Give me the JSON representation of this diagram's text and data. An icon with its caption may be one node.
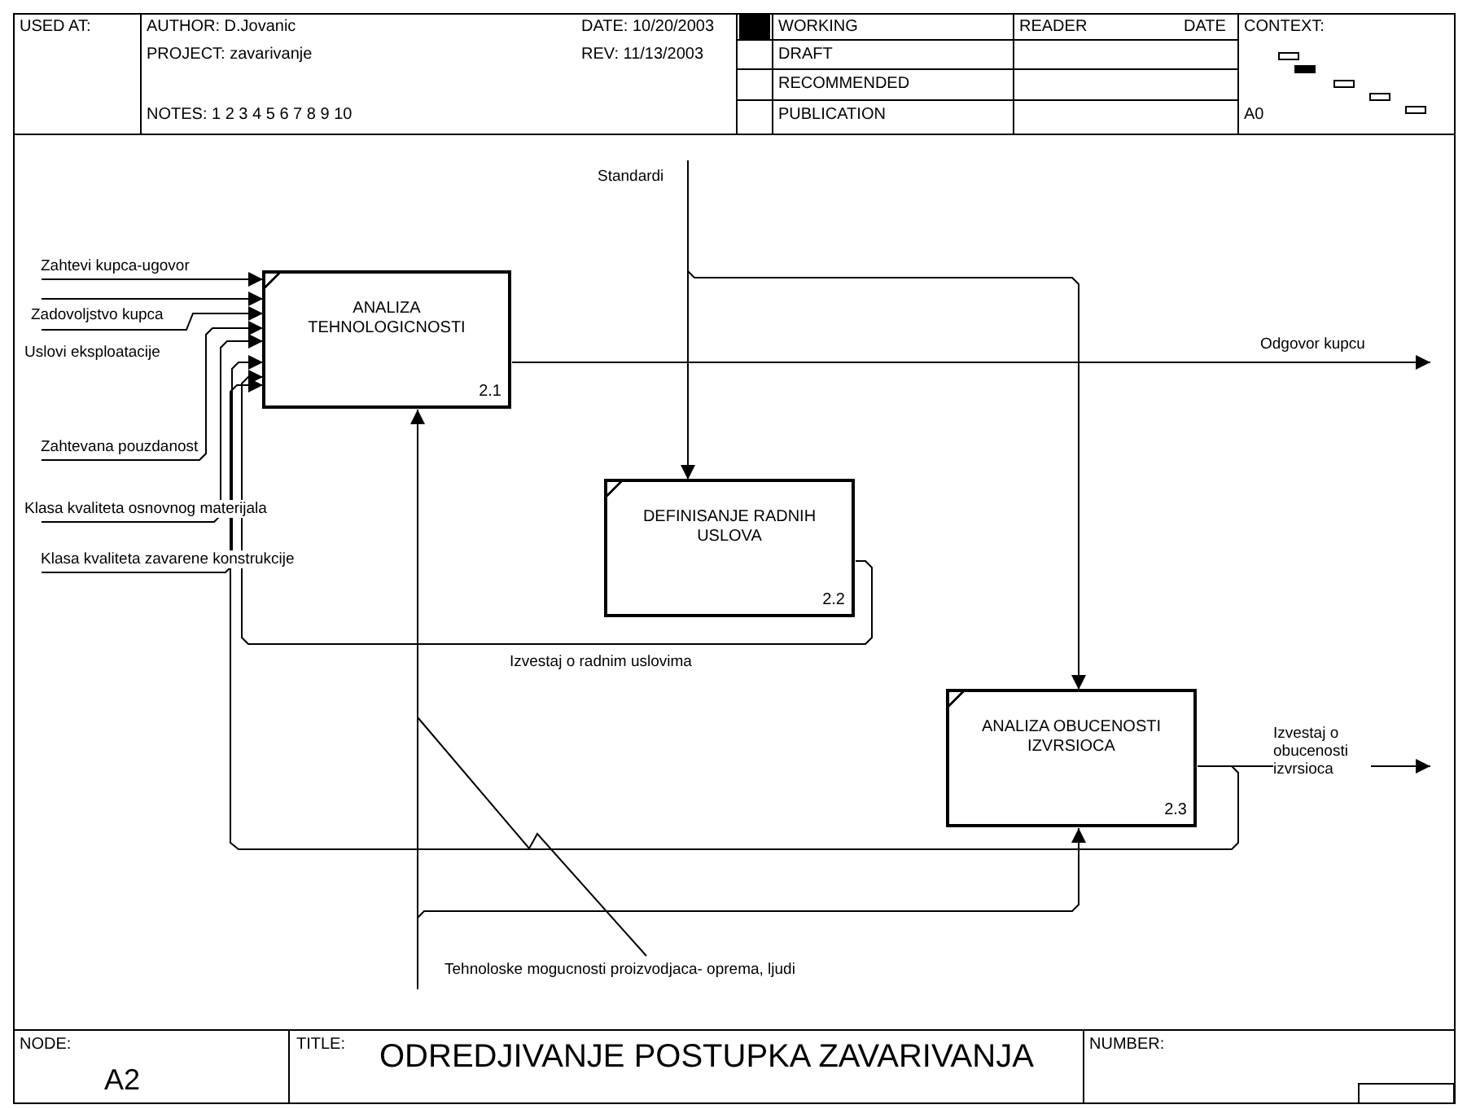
{
  "diagram": {
    "title": "ODREDJIVANJE POSTUPKA ZAVARIVANJA",
    "nodes": [
      {
        "text": [
          "ANALIZA TEHNOLOGICNOSTI",
          "2.1"
        ]
      },
      {
        "text": [
          "DEFINISANJE RADNIH USLOVA",
          "2.2"
        ]
      },
      {
        "text": [
          "ANALIZA OBUCENOSTI IZVRSIOCA",
          "2.3"
        ]
      }
    ],
    "edges": [
      {
        "from": null,
        "to": 0,
        "arrow": "to",
        "label": "Zahtevi kupca-ugovor"
      },
      {
        "from": null,
        "to": 0,
        "arrow": "to",
        "label": "Uslovi eksploatacije"
      },
      {
        "from": null,
        "to": 0,
        "arrow": "to",
        "label": "Zadovoljstvo kupca"
      },
      {
        "from": null,
        "to": 0,
        "arrow": "to",
        "label": "Zahtevana pouzdanost"
      },
      {
        "from": null,
        "to": 0,
        "arrow": "to",
        "label": "Klasa kvaliteta osnovnog materijala"
      },
      {
        "from": null,
        "to": 0,
        "arrow": "to",
        "label": "Klasa kvaliteta zavarene konstrukcije"
      },
      {
        "from": 1,
        "to": 0,
        "arrow": "to",
        "label": "Izvestaj o radnim uslovima"
      },
      {
        "from": 2,
        "to": 0,
        "arrow": "to"
      },
      {
        "from": null,
        "to": 1,
        "arrow": "to",
        "label": "Standardi"
      },
      {
        "from": null,
        "to": 2,
        "arrow": "to"
      },
      {
        "from": 0,
        "to": null,
        "arrow": "to",
        "label": "Odgovor kupcu"
      },
      {
        "from": 2,
        "to": null,
        "arrow": "to",
        "label": "Izvestaj o obucenosti izvrsioca"
      },
      {
        "from": null,
        "to": 0,
        "arrow": "to",
        "label": "Tehnoloske mogucnosti proizvodjaca- oprema, ljudi"
      },
      {
        "from": null,
        "to": 2,
        "arrow": "to"
      }
    ],
    "labels": [
      "USED AT:",
      "AUTHOR: D.Jovanic",
      "DATE: 10/20/2003",
      "WORKING",
      "READER",
      "DATE",
      "CONTEXT:",
      "PROJECT: zavarivanje",
      "REV: 11/13/2003",
      "DRAFT",
      "RECOMMENDED",
      "NOTES: 1 2 3 4 5 6 7 8 9 10",
      "PUBLICATION",
      "A0",
      "NODE:",
      "TITLE:",
      "NUMBER:",
      "A2"
    ]
  }
}
